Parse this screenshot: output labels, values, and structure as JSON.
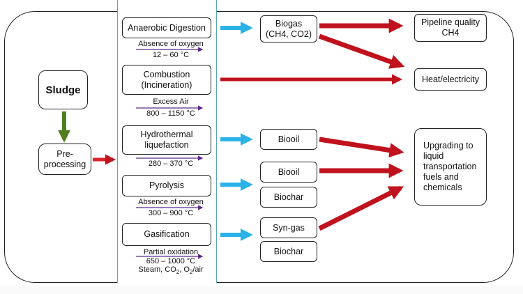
{
  "left": {
    "sludge": "Sludge",
    "preprocessing": "Pre-processing"
  },
  "processes": [
    {
      "id": "anaerobic",
      "label": "Anaerobic Digestion",
      "cond1": "Absence of oxygen",
      "cond2": "12 – 60 °C"
    },
    {
      "id": "combustion",
      "label": "Combustion (Incineration)",
      "cond1": "Excess Air",
      "cond2": "800 – 1150 °C"
    },
    {
      "id": "hydrothermal",
      "label": "Hydrothermal liquefaction",
      "cond1": "280 – 370 °C"
    },
    {
      "id": "pyrolysis",
      "label": "Pyrolysis",
      "cond1": "Absence of oxygen",
      "cond2": "300 – 900 °C"
    },
    {
      "id": "gasification",
      "label": "Gasification",
      "cond1": "Partial oxidation",
      "cond2": "650 – 1000 °C",
      "cond3": "Steam, CO2, O2/air"
    }
  ],
  "products": {
    "biogas": "Biogas (CH4, CO2)",
    "biooil1": "Biooil",
    "biooil2": "Biooil",
    "biochar1": "Biochar",
    "syngas": "Syn-gas",
    "biochar2": "Biochar"
  },
  "outputs": {
    "pipeline": "Pipeline quality CH4",
    "heat": "Heat/electricity",
    "upgrading": "Upgrading to liquid transportation fuels and chemicals"
  },
  "colors": {
    "red_arrow": "#c0121d",
    "blue_arrow": "#2bb3e8",
    "green_arrow": "#4f7f1f",
    "purple_arrow": "#5b2a86",
    "panel_border": "#5aa6b3"
  }
}
